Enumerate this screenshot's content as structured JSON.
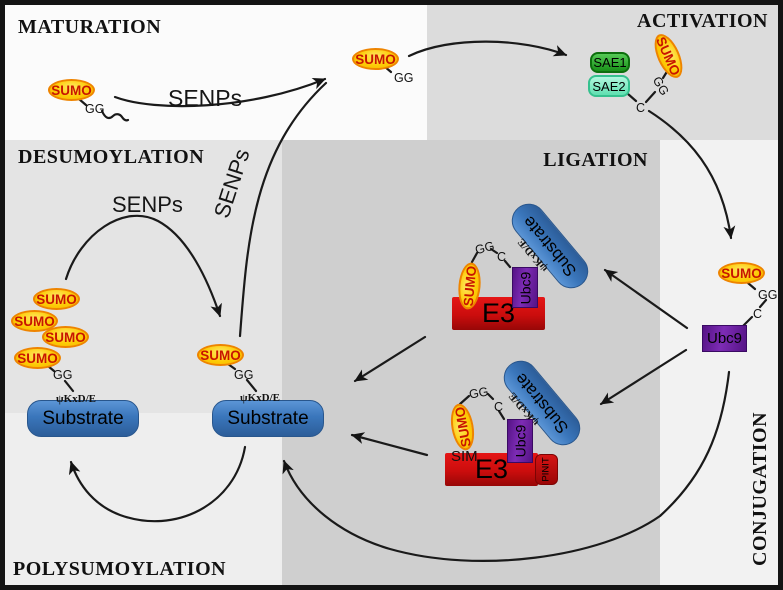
{
  "regions": {
    "maturation": "MATURATION",
    "activation": "ACTIVATION",
    "desumoylation": "DESUMOYLATION",
    "ligation": "LIGATION",
    "conjugation": "CONJUGATION",
    "polysumoylation": "POLYSUMOYLATION"
  },
  "molecules": {
    "sumo": "SUMO",
    "sae1": "SAE1",
    "sae2": "SAE2",
    "ubc9": "Ubc9",
    "e3": "E3",
    "substrate": "Substrate",
    "pinit": "PINIT",
    "sim": "SIM"
  },
  "annotations": {
    "gg": "GG",
    "c": "C",
    "senps": "SENPs",
    "motif": "ψKxD/E"
  },
  "colors": {
    "sumo_fill": "#fdc905",
    "sumo_border": "#ee8400",
    "sumo_text": "#c81500",
    "substrate_blue": "#3a76bb",
    "e3_red": "#cb0d0d",
    "ubc9_purple": "#6a1f9e",
    "sae1_green": "#1f9a1f",
    "sae2_teal": "#5fdfb0",
    "pinit_red": "#a50a0a"
  }
}
